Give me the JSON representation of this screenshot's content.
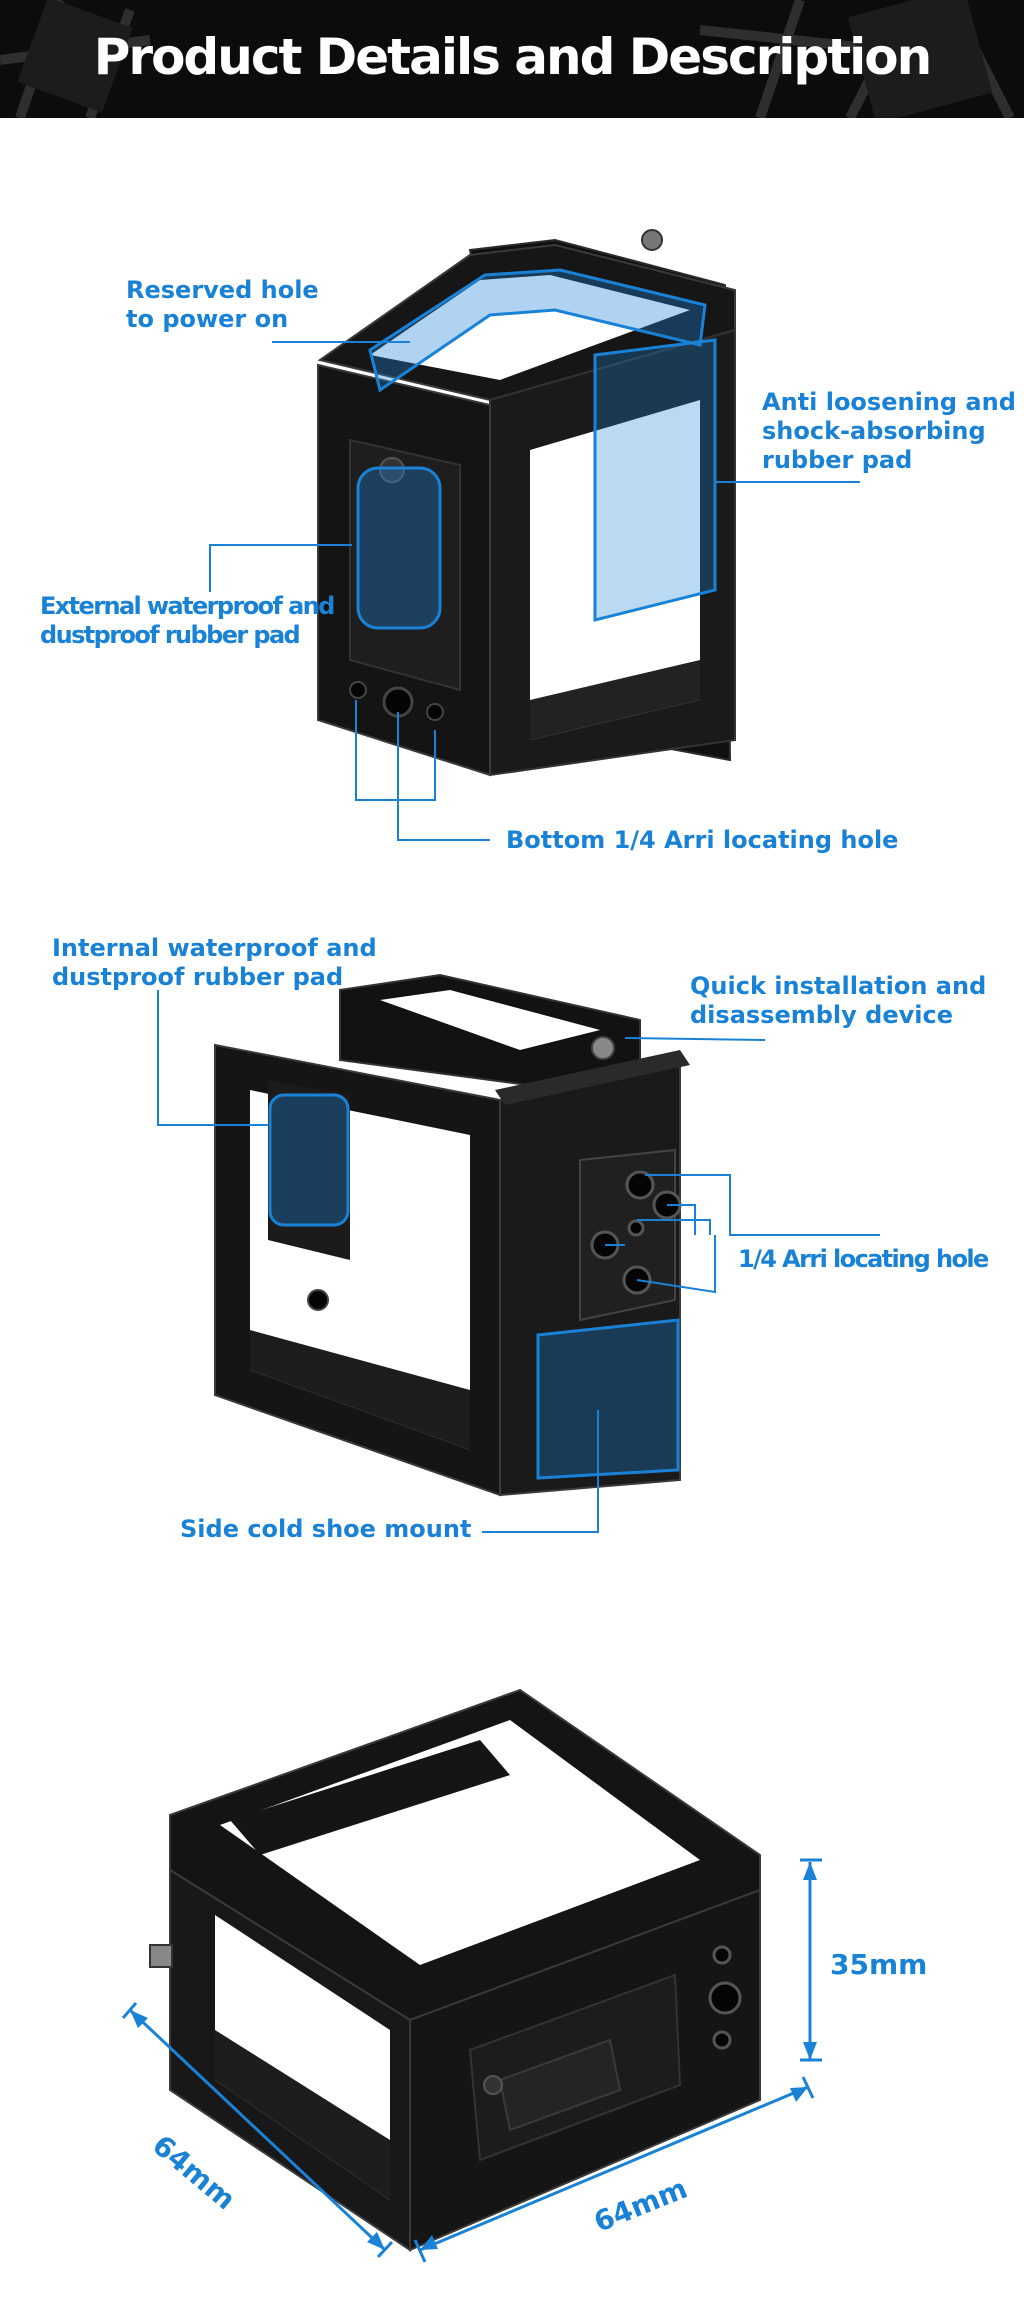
{
  "header": {
    "title": "Product Details and Description"
  },
  "section1": {
    "reserved_hole": [
      "Reserved hole",
      "to power on"
    ],
    "anti_loosening": [
      "Anti loosening and",
      "shock-absorbing",
      "rubber pad"
    ],
    "external_pad": [
      "External waterproof and",
      "dustproof rubber pad"
    ],
    "bottom_hole": "Bottom 1/4 Arri locating hole"
  },
  "section2": {
    "internal_pad": [
      "Internal waterproof and",
      "dustproof rubber pad"
    ],
    "quick_install": [
      "Quick installation and",
      "disassembly device"
    ],
    "arri_hole": "1/4 Arri locating hole",
    "cold_shoe": "Side cold shoe mount"
  },
  "section3": {
    "height": "35mm",
    "depth": "64mm",
    "width": "64mm"
  },
  "colors": {
    "accent": "#1a82d6",
    "banner_bg": "#0c0c0c",
    "cage_body": "#141414"
  }
}
